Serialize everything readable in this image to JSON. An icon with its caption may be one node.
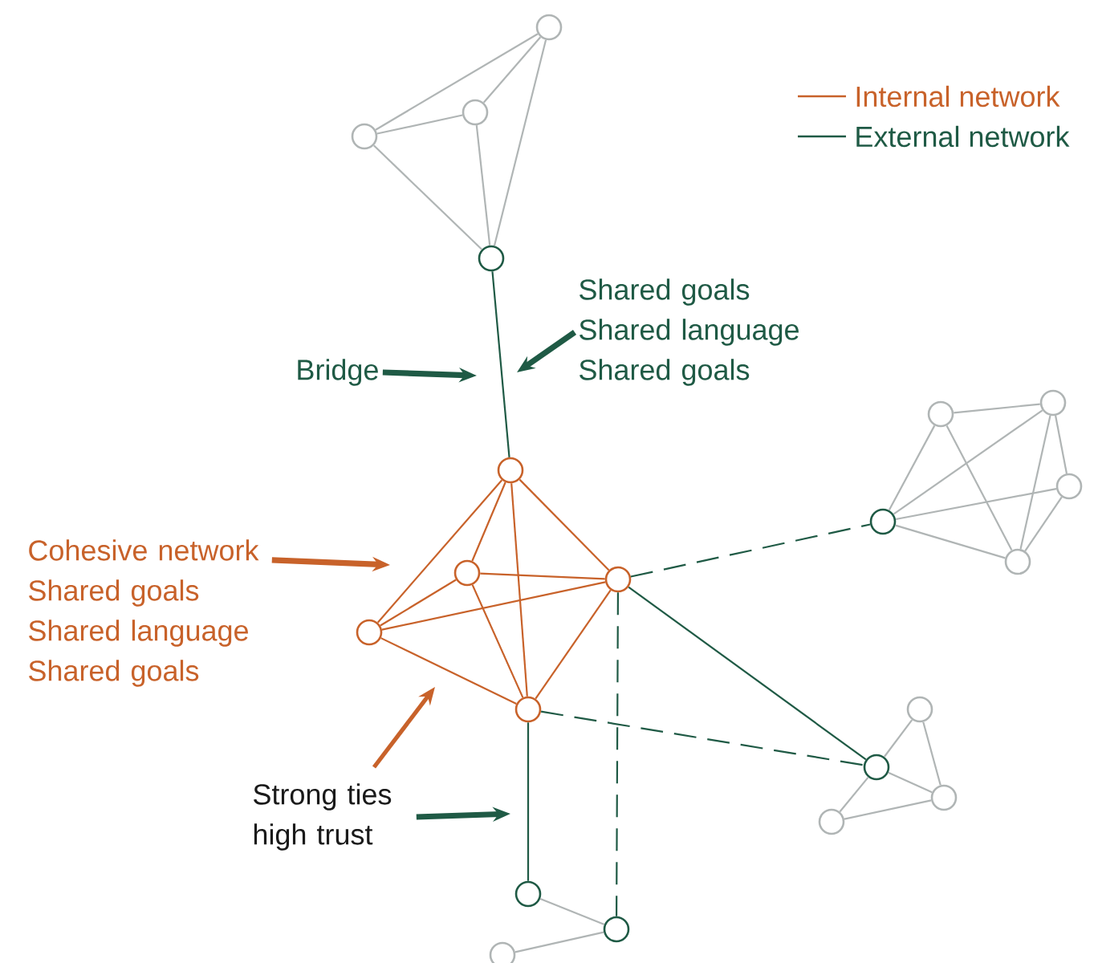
{
  "diagram": {
    "nodes": [
      {
        "text": [],
        "shape": "circle"
      },
      {
        "text": [],
        "shape": "circle"
      },
      {
        "text": [],
        "shape": "circle"
      },
      {
        "text": [],
        "shape": "circle"
      },
      {
        "text": [
          "Shared goals Shared language Shared goals"
        ]
      },
      {
        "text": [
          "Bridge"
        ]
      },
      {
        "text": [],
        "shape": "circle"
      },
      {
        "text": [],
        "shape": "circle"
      },
      {
        "text": [],
        "shape": "circle"
      },
      {
        "text": [],
        "shape": "circle"
      },
      {
        "text": [],
        "shape": "circle"
      },
      {
        "text": [
          "Cohesive network Shared goals Shared language Shared goals"
        ]
      },
      {
        "text": [],
        "shape": "circle"
      },
      {
        "text": [],
        "shape": "circle"
      },
      {
        "text": [],
        "shape": "circle"
      },
      {
        "text": [],
        "shape": "circle"
      },
      {
        "text": [],
        "shape": "circle"
      },
      {
        "text": [],
        "shape": "circle"
      },
      {
        "text": [],
        "shape": "circle"
      },
      {
        "text": [
          "Strong ties high trust"
        ]
      },
      {
        "text": [],
        "shape": "circle"
      },
      {
        "text": [],
        "shape": "circle"
      },
      {
        "text": [],
        "shape": "circle"
      },
      {
        "text": [],
        "shape": "circle"
      },
      {
        "text": [],
        "shape": "circle"
      }
    ],
    "edges": [
      {
        "from": 0,
        "to": 1,
        "arrow": "none"
      },
      {
        "from": 0,
        "to": 2,
        "arrow": "none"
      },
      {
        "from": 0,
        "to": 3,
        "arrow": "none"
      },
      {
        "from": 1,
        "to": 2,
        "arrow": "none"
      },
      {
        "from": 1,
        "to": 3,
        "arrow": "none"
      },
      {
        "from": 2,
        "to": 3,
        "arrow": "none"
      },
      {
        "from": 3,
        "to": 8,
        "arrow": "none",
        "color": "#1f5a45"
      },
      {
        "from": 5,
        "to": null,
        "arrow": "to",
        "style": "thick",
        "color": "#1f5a45"
      },
      {
        "from": 4,
        "to": null,
        "arrow": "to",
        "style": "thick",
        "color": "#1f5a45"
      },
      {
        "from": 11,
        "to": null,
        "arrow": "to",
        "style": "thick",
        "color": "#c8622a"
      },
      {
        "from": 19,
        "to": null,
        "arrow": "to",
        "style": "thick",
        "color": "#1f5a45"
      },
      {
        "from": 8,
        "to": 13,
        "arrow": "none",
        "color": "#c8622a"
      },
      {
        "from": 8,
        "to": 14,
        "arrow": "none",
        "color": "#c8622a"
      },
      {
        "from": 8,
        "to": 15,
        "arrow": "none",
        "color": "#c8622a"
      },
      {
        "from": 8,
        "to": 17,
        "arrow": "none",
        "color": "#c8622a"
      },
      {
        "from": 13,
        "to": 14,
        "arrow": "none",
        "color": "#c8622a"
      },
      {
        "from": 13,
        "to": 15,
        "arrow": "none",
        "color": "#c8622a"
      },
      {
        "from": 13,
        "to": 17,
        "arrow": "none",
        "color": "#c8622a"
      },
      {
        "from": 14,
        "to": 15,
        "arrow": "none",
        "color": "#c8622a"
      },
      {
        "from": 14,
        "to": 17,
        "arrow": "none",
        "color": "#c8622a"
      },
      {
        "from": 15,
        "to": 17,
        "arrow": "none",
        "color": "#c8622a"
      },
      {
        "from": 14,
        "to": 10,
        "arrow": "none",
        "style": "dashed",
        "color": "#1f5a45"
      },
      {
        "from": 14,
        "to": 18,
        "arrow": "none",
        "color": "#1f5a45"
      },
      {
        "from": 17,
        "to": 18,
        "arrow": "none",
        "style": "dashed",
        "color": "#1f5a45"
      },
      {
        "from": 14,
        "to": 23,
        "arrow": "none",
        "style": "dashed",
        "color": "#1f5a45"
      },
      {
        "from": 17,
        "to": 22,
        "arrow": "none",
        "color": "#1f5a45"
      },
      {
        "from": 10,
        "to": 7,
        "arrow": "none"
      },
      {
        "from": 10,
        "to": 6,
        "arrow": "none"
      },
      {
        "from": 10,
        "to": 9,
        "arrow": "none"
      },
      {
        "from": 10,
        "to": 12,
        "arrow": "none"
      },
      {
        "from": 7,
        "to": 6,
        "arrow": "none"
      },
      {
        "from": 7,
        "to": 12,
        "arrow": "none"
      },
      {
        "from": 6,
        "to": 12,
        "arrow": "none"
      },
      {
        "from": 6,
        "to": 9,
        "arrow": "none"
      },
      {
        "from": 9,
        "to": 12,
        "arrow": "none"
      },
      {
        "from": 18,
        "to": 16,
        "arrow": "none"
      },
      {
        "from": 18,
        "to": 20,
        "arrow": "none"
      },
      {
        "from": 18,
        "to": 21,
        "arrow": "none"
      },
      {
        "from": 16,
        "to": 20,
        "arrow": "none"
      },
      {
        "from": 21,
        "to": 20,
        "arrow": "none"
      },
      {
        "from": 22,
        "to": 23,
        "arrow": "none"
      },
      {
        "from": 23,
        "to": 24,
        "arrow": "none"
      }
    ],
    "legend": [
      {
        "text": "Internal network"
      },
      {
        "text": "External network"
      }
    ]
  }
}
